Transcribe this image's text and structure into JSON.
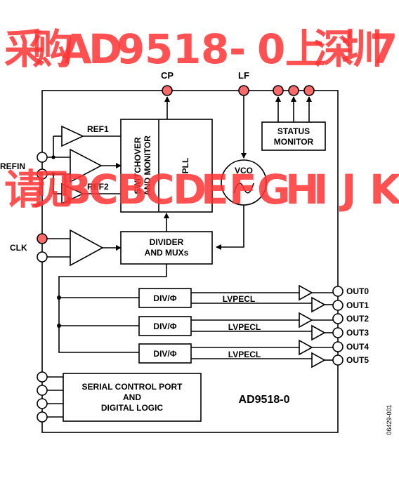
{
  "watermark": {
    "top_row": [
      "采",
      "购",
      "A",
      "D",
      "9",
      "5",
      "1",
      "8",
      "-",
      "0",
      "上",
      "深",
      "圳",
      "7"
    ],
    "bottom_row": [
      "请",
      "见",
      "B",
      "C",
      "B",
      "C",
      "D",
      "E",
      "F",
      "G",
      "H",
      "I",
      "J",
      "K"
    ]
  },
  "pins": {
    "cp": "CP",
    "lf": "LF",
    "refin": "REFIN",
    "clk": "CLK"
  },
  "blocks": {
    "ref1": "REF1",
    "ref2": "REF2",
    "switchover_line1": "SWITCHOVER",
    "switchover_line2": "AND MONITOR",
    "pll": "PLL",
    "vco": "VCO",
    "status_line1": "STATUS",
    "status_line2": "MONITOR",
    "divider_line1": "DIVIDER",
    "divider_line2": "AND MUXs",
    "div1": "DIV/Φ",
    "div2": "DIV/Φ",
    "div3": "DIV/Φ",
    "lvpecl1": "LVPECL",
    "lvpecl2": "LVPECL",
    "lvpecl3": "LVPECL",
    "serial_line1": "SERIAL CONTROL PORT",
    "serial_line2": "AND",
    "serial_line3": "DIGITAL LOGIC",
    "part_number": "AD9518-0"
  },
  "outputs": [
    "OUT0",
    "OUT1",
    "OUT2",
    "OUT3",
    "OUT4",
    "OUT5"
  ],
  "figure_id": "06429-001",
  "colors": {
    "watermark": "#ff3333",
    "pin_highlight": "#ff6b6b",
    "line": "#000000"
  }
}
